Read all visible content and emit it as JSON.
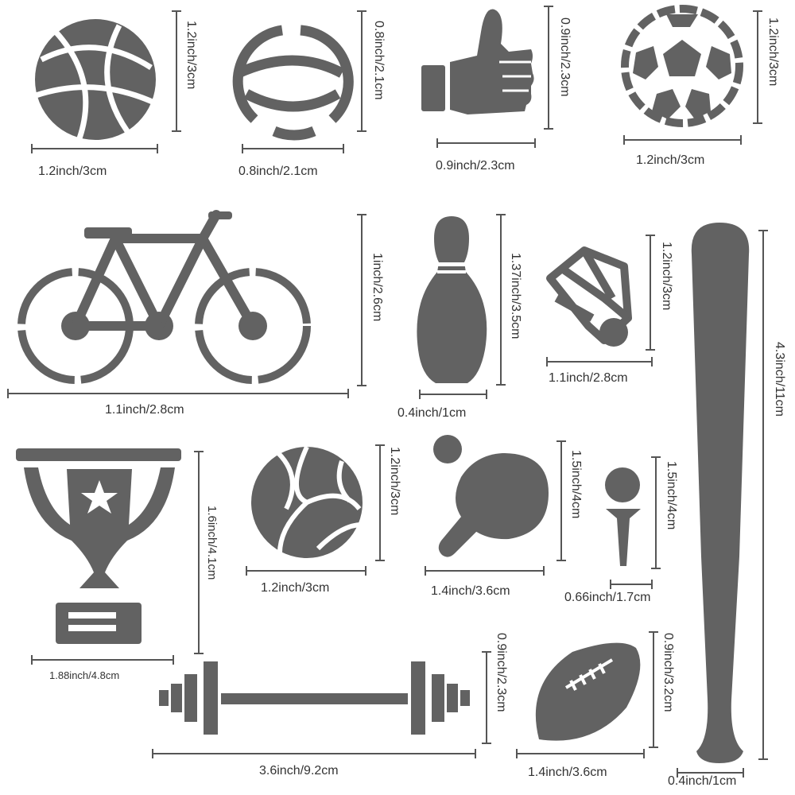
{
  "colors": {
    "stencil": "#626262",
    "text": "#333333",
    "background": "#ffffff"
  },
  "stencils": [
    {
      "name": "basketball-icon",
      "width_label": "1.2inch/3cm",
      "height_label": "1.2inch/3cm"
    },
    {
      "name": "baseball-icon",
      "width_label": "0.8inch/2.1cm",
      "height_label": "0.8inch/2.1cm"
    },
    {
      "name": "thumbs-up-icon",
      "width_label": "0.9inch/2.3cm",
      "height_label": "0.9inch/2.3cm"
    },
    {
      "name": "soccer-ball-icon",
      "width_label": "1.2inch/3cm",
      "height_label": "1.2inch/3cm"
    },
    {
      "name": "bicycle-icon",
      "width_label": "1.1inch/2.8cm",
      "height_label": "1inch/2.6cm"
    },
    {
      "name": "bowling-pin-icon",
      "width_label": "0.4inch/1cm",
      "height_label": "1.37inch/3.5cm"
    },
    {
      "name": "shuttlecock-icon",
      "width_label": "1.1inch/2.8cm",
      "height_label": "1.2inch/3cm"
    },
    {
      "name": "baseball-bat-icon",
      "width_label": "0.4inch/1cm",
      "height_label": "4.3inch/11cm"
    },
    {
      "name": "trophy-icon",
      "width_label": "1.88inch/4.8cm",
      "height_label": "1.6inch/4.1cm"
    },
    {
      "name": "volleyball-icon",
      "width_label": "1.2inch/3cm",
      "height_label": "1.2inch/3cm"
    },
    {
      "name": "ping-pong-icon",
      "width_label": "1.4inch/3.6cm",
      "height_label": "1.5inch/4cm"
    },
    {
      "name": "golf-ball-tee-icon",
      "width_label": "0.66inch/1.7cm",
      "height_label": "1.5inch/4cm"
    },
    {
      "name": "barbell-icon",
      "width_label": "3.6inch/9.2cm",
      "height_label": "0.9inch/2.3cm"
    },
    {
      "name": "rugby-ball-icon",
      "width_label": "1.4inch/3.6cm",
      "height_label": "0.9inch/3.2cm"
    }
  ]
}
